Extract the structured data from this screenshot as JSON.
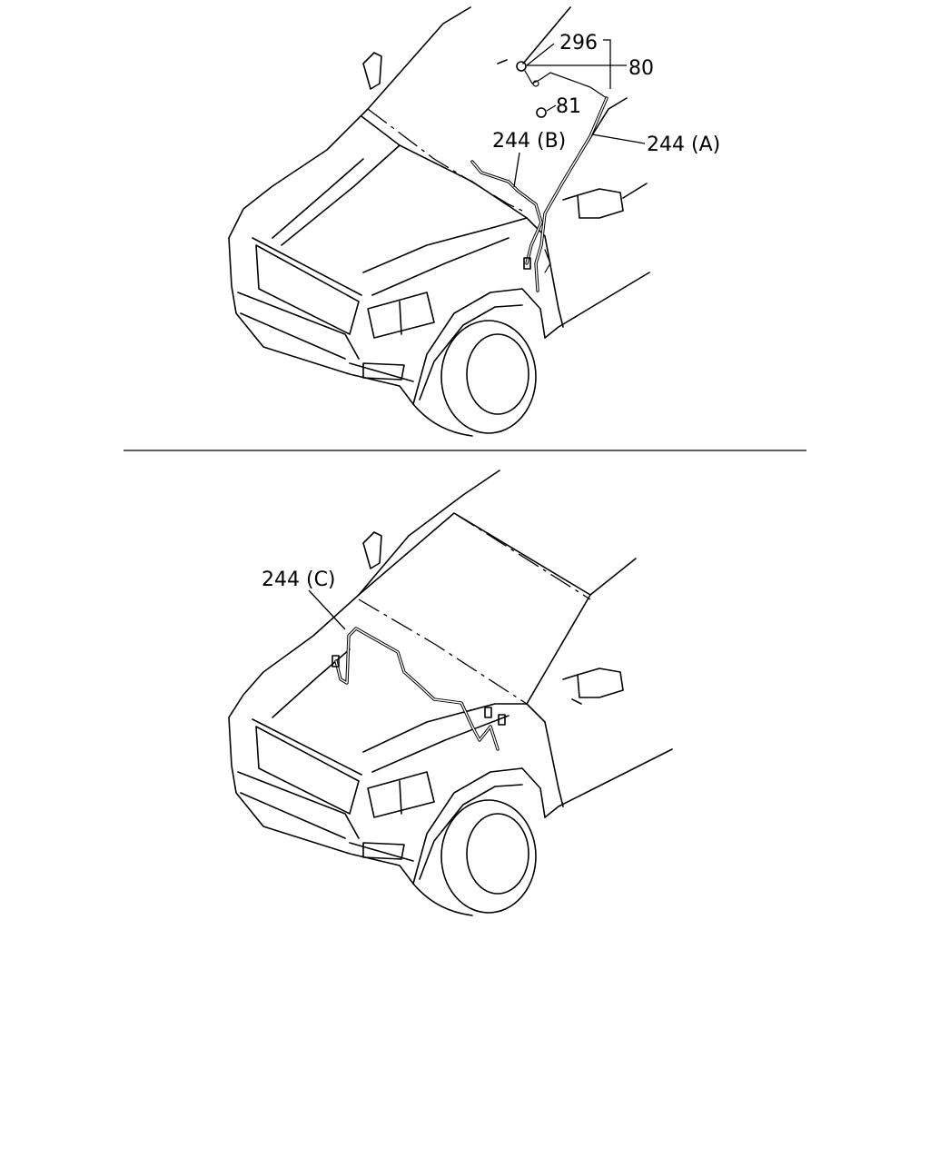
{
  "top_view": {
    "callouts": [
      {
        "id": "c296",
        "label": "296"
      },
      {
        "id": "c80",
        "label": "80"
      },
      {
        "id": "c81",
        "label": "81"
      },
      {
        "id": "c244b",
        "label": "244 (B)"
      },
      {
        "id": "c244a",
        "label": "244 (A)"
      }
    ]
  },
  "bottom_view": {
    "callouts": [
      {
        "id": "c244c",
        "label": "244 (C)"
      }
    ]
  }
}
